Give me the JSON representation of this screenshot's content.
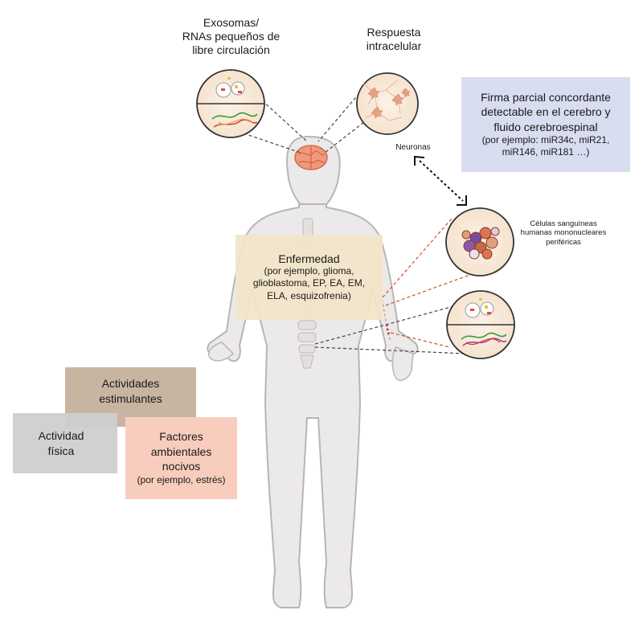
{
  "labels": {
    "exosomes": "Exosomas/\nRNAs pequeños de\nlibre circulación",
    "intracellular": "Respuesta\nintracelular",
    "neurons": "Neuronas",
    "pbmc": "Células sanguíneas\nhumanas mononucleares\nperiféricas"
  },
  "signature_box": {
    "title": "Firma parcial concordante\ndetectable en el cerebro y\nfluido cerebroespinal",
    "detail": "(por ejemplo: miR34c, miR21,\nmiR146, miR181 …)"
  },
  "disease_box": {
    "title": "Enfermedad",
    "detail": "(por ejemplo, glioma,\nglioblastoma, EP, EA, EM,\nELA, esquizofrenia)"
  },
  "factors": {
    "stimulating": "Actividades\nestimulantes",
    "physical": "Actividad\nfísica",
    "harmful_title": "Factores\nambientales\nnocivos",
    "harmful_detail": "(por ejemplo, estrés)"
  },
  "colors": {
    "body_fill": "#ebe9e9",
    "body_stroke": "#b9b5b5",
    "signature_bg": "#d9ddf0",
    "disease_bg": "#f3e4c8",
    "stimulating_bg": "#c8b5a1",
    "physical_bg": "#cfcfcf",
    "harmful_bg": "#f8cdbd",
    "red_link": "#d44a2a",
    "dark_link": "#444444"
  }
}
